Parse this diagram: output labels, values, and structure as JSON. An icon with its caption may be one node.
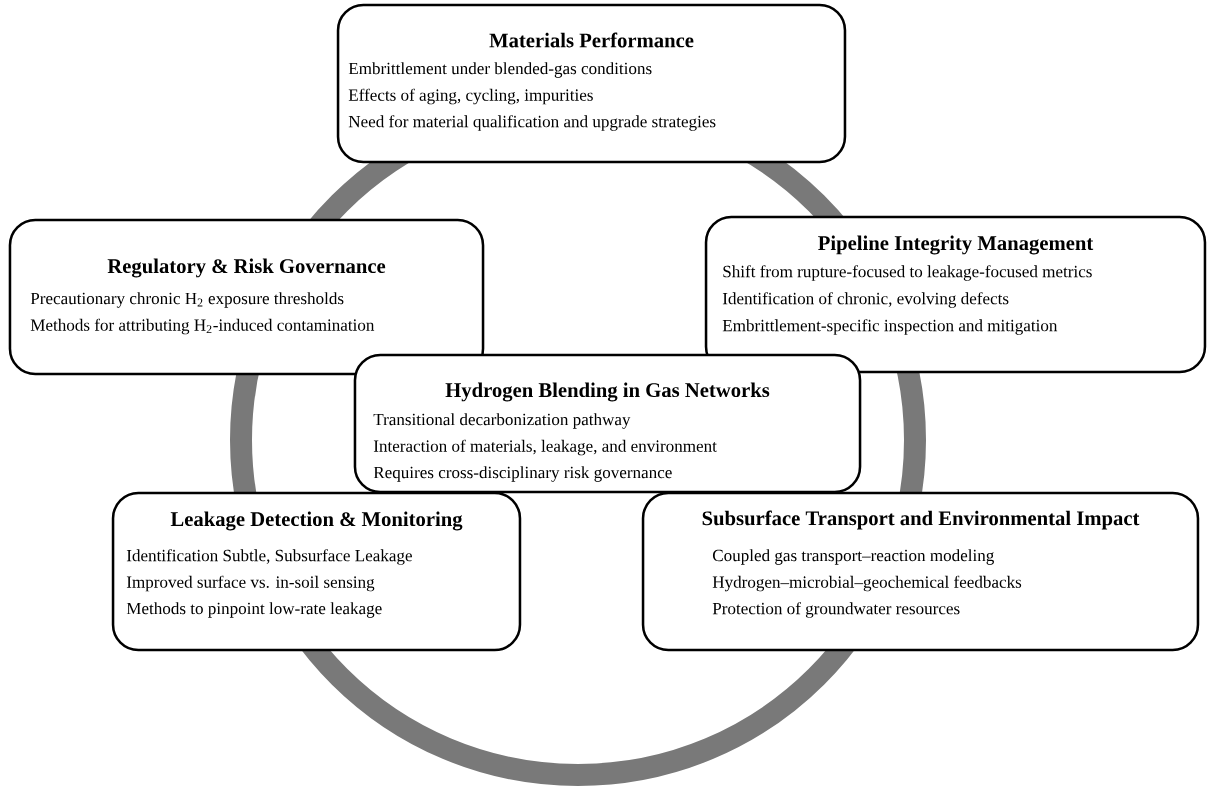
{
  "diagram": {
    "nodes": [
      {
        "text": [
          "Materials Performance",
          "Embrittlement under blended-gas conditions",
          "Effects of aging, cycling, impurities",
          "Need for material qualification and upgrade strategies"
        ]
      },
      {
        "text": [
          "Regulatory & Risk Governance",
          "Precautionary chronic H$_{2}$ exposure thresholds",
          "Methods for attributing H$_{2}$-induced contamination"
        ]
      },
      {
        "text": [
          "Pipeline Integrity Management",
          "Shift from rupture-focused to leakage-focused metrics",
          "Identification of chronic, evolving defects",
          "Embrittlement-specific inspection and mitigation"
        ]
      },
      {
        "text": [
          "Hydrogen Blending in Gas Networks",
          "Transitional decarbonization pathway",
          "Interaction of materials, leakage, and environment",
          "Requires cross-disciplinary risk governance"
        ]
      },
      {
        "text": [
          "Leakage Detection & Monitoring",
          "Identification Subtle, Subsurface Leakage",
          "Improved surface vs. in-soil sensing",
          "Methods to pinpoint low-rate leakage"
        ]
      },
      {
        "text": [
          "Subsurface Transport and Environmental Impact",
          "Coupled gas transport–reaction modeling",
          "Hydrogen–microbial–geochemical feedbacks",
          "Protection of groundwater resources"
        ]
      }
    ]
  }
}
